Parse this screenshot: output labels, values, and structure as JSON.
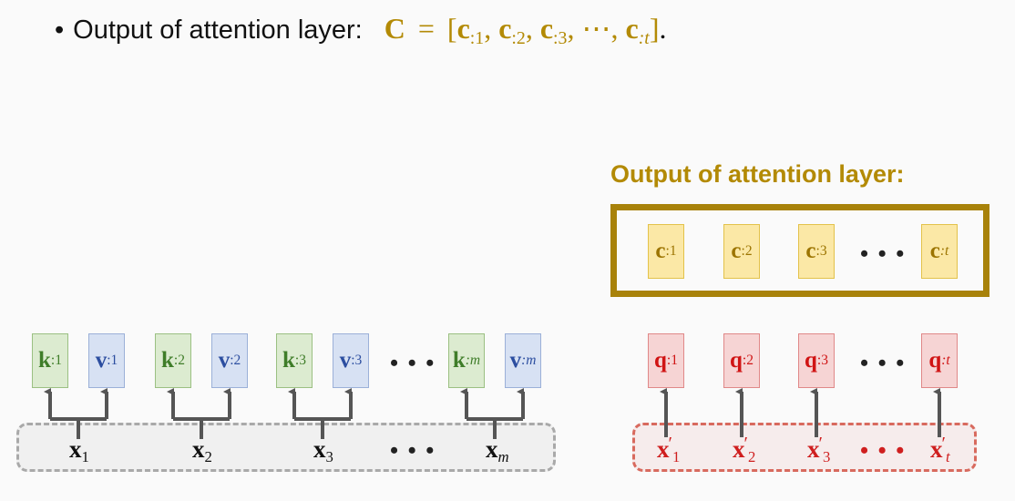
{
  "header": {
    "bullet_symbol": "•",
    "text": "Output of attention layer:",
    "equation": {
      "lhs": "C",
      "equals": "=",
      "open_bracket": "[",
      "c_symbol": "c",
      "subscripts": [
        ":1",
        ":2",
        ":3",
        ":t"
      ],
      "ellipsis": "⋯",
      "close_bracket": "]",
      "period": "."
    }
  },
  "output_section": {
    "heading": "Output of attention layer:",
    "c_symbol": "c",
    "subscripts": [
      ":1",
      ":2",
      ":3",
      ":t"
    ],
    "ellipsis": "• • •"
  },
  "keys_values": {
    "k_symbol": "k",
    "v_symbol": "v",
    "subscripts": [
      ":1",
      ":2",
      ":3",
      ":m"
    ],
    "ellipsis": "• • •"
  },
  "inputs": {
    "x_symbol": "x",
    "subscripts": [
      "1",
      "2",
      "3",
      "m"
    ],
    "ellipsis": "• • •"
  },
  "queries": {
    "q_symbol": "q",
    "subscripts": [
      ":1",
      ":2",
      ":3",
      ":t"
    ],
    "ellipsis": "• • •"
  },
  "query_inputs": {
    "x_symbol": "x",
    "prime": "′",
    "subscripts": [
      "1",
      "2",
      "3",
      "t"
    ],
    "ellipsis": "• • •"
  },
  "colors": {
    "gold": "#b38a05",
    "key_green": "#3f7d29",
    "value_blue": "#2c4ea0",
    "query_red": "#d01414",
    "arrow_gray": "#555555"
  }
}
